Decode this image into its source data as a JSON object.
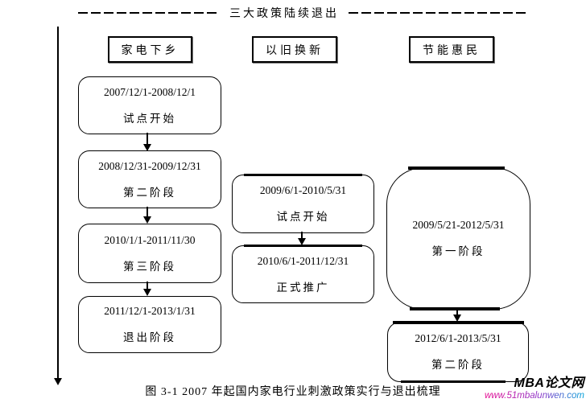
{
  "banner": {
    "title": "三大政策陆续退出"
  },
  "columns": [
    {
      "header": "家电下乡",
      "boxes": [
        {
          "date": "2007/12/1-2008/12/1",
          "label": "试点开始"
        },
        {
          "date": "2008/12/31-2009/12/31",
          "label": "第二阶段"
        },
        {
          "date": "2010/1/1-2011/11/30",
          "label": "第三阶段"
        },
        {
          "date": "2011/12/1-2013/1/31",
          "label": "退出阶段"
        }
      ]
    },
    {
      "header": "以旧换新",
      "boxes": [
        {
          "date": "2009/6/1-2010/5/31",
          "label": "试点开始"
        },
        {
          "date": "2010/6/1-2011/12/31",
          "label": "正式推广"
        }
      ]
    },
    {
      "header": "节能惠民",
      "boxes": [
        {
          "date": "2009/5/21-2012/5/31",
          "label": "第一阶段"
        },
        {
          "date": "2012/6/1-2013/5/31",
          "label": "第二阶段"
        }
      ]
    }
  ],
  "caption": "图 3-1 2007 年起国内家电行业刺激政策实行与退出梳理",
  "watermark": {
    "site_name": "MBA论文网",
    "site_url": "www.51mbalunwen.com"
  },
  "colors": {
    "ink": "#000000",
    "url_gradient_start": "#e60890",
    "url_gradient_mid": "#8f35c9",
    "url_gradient_end": "#00a3d9"
  }
}
